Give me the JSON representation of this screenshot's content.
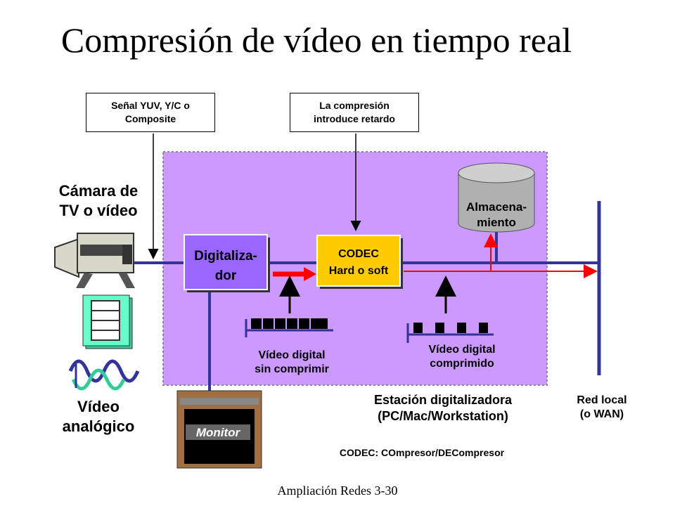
{
  "title": "Compresión de vídeo en tiempo real",
  "notes": {
    "signal": [
      "Señal YUV, Y/C o",
      "Composite"
    ],
    "compression": [
      "La compresión",
      "introduce retardo"
    ]
  },
  "camera_label": [
    "Cámara de",
    "TV o vídeo"
  ],
  "analog_label": [
    "Vídeo",
    "analógico"
  ],
  "digitizer": [
    "Digitaliza-",
    "dor"
  ],
  "codec": [
    "CODEC",
    "Hard o soft"
  ],
  "storage": [
    "Almacena-",
    "miento"
  ],
  "uncompressed_label": [
    "Vídeo digital",
    "sin comprimir"
  ],
  "compressed_label": [
    "Vídeo digital",
    "comprimido"
  ],
  "station_label": [
    "Estación digitalizadora",
    "(PC/Mac/Workstation)"
  ],
  "network_label": [
    "Red local",
    "(o WAN)"
  ],
  "monitor": "Monitor",
  "codec_definition": "CODEC: COmpresor/DECompresor",
  "footer": "Ampliación Redes 3-30",
  "colors": {
    "station_fill": "#cc99ff",
    "station_border": "#888888",
    "digitizer_fill": "#9966ff",
    "codec_fill": "#ffcc00",
    "line_blue": "#333399",
    "arrow_red": "#ff0000",
    "storage_fill": "#b0b0b0"
  }
}
